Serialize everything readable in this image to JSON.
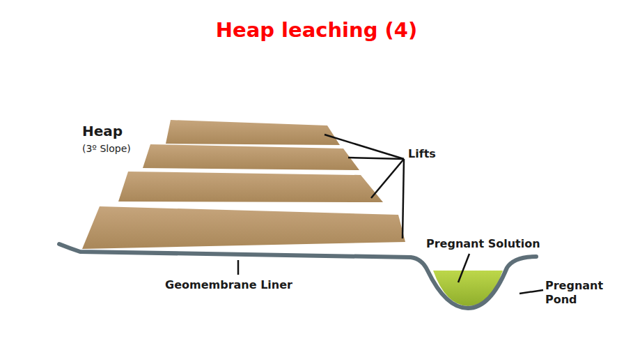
{
  "diagram": {
    "title": "Heap leaching (4)",
    "labels": [
      "Heap",
      "(3º Slope)",
      "Lifts",
      "Pregnant Solution",
      "Geomembrane Liner",
      "Pregnant Pond"
    ]
  }
}
